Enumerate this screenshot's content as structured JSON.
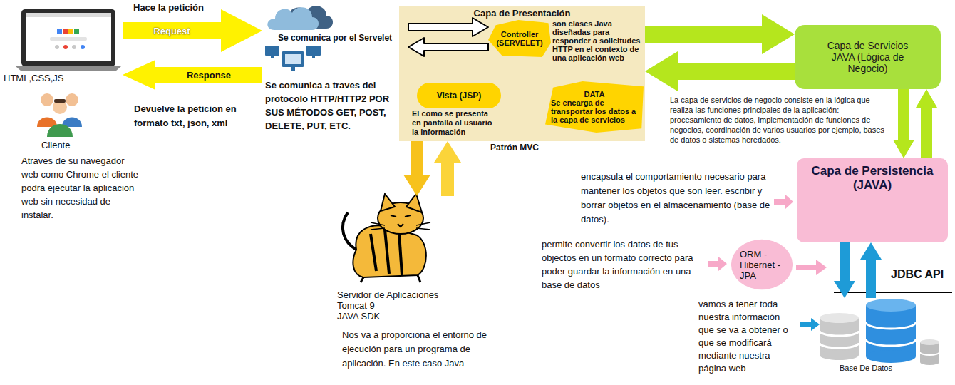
{
  "diagram": {
    "nodes": [
      {
        "text": [
          "HTML,CSS,JS"
        ]
      },
      {
        "text": [
          "Se comunica por el Servelet"
        ]
      },
      {
        "text": [
          "Capa de Presentación",
          "Patrón MVC"
        ]
      },
      {
        "text": [
          "Controller (SERVELET)"
        ],
        "in": 2
      },
      {
        "text": [
          "Vista (JSP)"
        ],
        "in": 2
      },
      {
        "text": [
          "DATA",
          "Se encarga de transportar los datos a la capa de servicios"
        ],
        "in": 2
      },
      {
        "text": [
          "Servidor de Aplicaciones",
          "Tomcat 9",
          "JAVA SDK"
        ]
      },
      {
        "text": [
          "Capa de Servicios JAVA (Lógica de Negocio)"
        ]
      },
      {
        "text": [
          "Capa de Persistencia (JAVA)"
        ]
      },
      {
        "text": [
          "ORM -Hibernet -JPA"
        ]
      },
      {
        "text": [
          "Base De Datos"
        ]
      }
    ],
    "edges": [
      {
        "from": 0,
        "to": 1,
        "label": "Request",
        "arrow": "to"
      },
      {
        "from": 1,
        "to": 0,
        "label": "Response",
        "arrow": "to"
      },
      {
        "from": 1,
        "to": 3,
        "arrow": "to"
      },
      {
        "from": 3,
        "to": 1,
        "arrow": "to"
      },
      {
        "from": 2,
        "to": 7,
        "arrow": "to"
      },
      {
        "from": 7,
        "to": 2,
        "arrow": "to"
      },
      {
        "from": 2,
        "to": 6,
        "arrow": "to"
      },
      {
        "from": 6,
        "to": 2,
        "arrow": "to"
      },
      {
        "from": 7,
        "to": 8,
        "arrow": "to"
      },
      {
        "from": 8,
        "to": 7,
        "arrow": "to"
      },
      {
        "from": 8,
        "to": 10,
        "arrow": "to"
      },
      {
        "from": 10,
        "to": 8,
        "arrow": "to"
      }
    ],
    "labels": [
      "Hace la petición",
      "Cliente",
      "Atraves de su navegador web como Chrome el cliente podra ejecutar la aplicacion web sin necesidad de instalar.",
      "Devuelve la peticion en formato txt, json, xml",
      "Se comunica a traves del protocolo HTTP/HTTP2 POR SUS MÉTODOS GET, POST, DELETE, PUT, ETC.",
      "son clases Java diseñadas para responder a solicitudes HTTP en el contexto de una aplicación web",
      "El como se presenta en pantalla al usuario la información",
      "Nos va a proporciona el entorno de ejecución para un programa de aplicación. En este caso Java",
      "La capa de servicios de negocio consiste en la lógica que realiza las funciones principales de la aplicación: procesamiento de datos, implementación de funciones de negocios, coordinación de varios usuarios por ejemplo, bases de datos o sistemas heredados.",
      "encapsula el comportamiento necesario para mantener los objetos que son leer. escribir y borrar objetos en el almacenamiento (base de datos).",
      "permite convertir los datos de tus objectos en un formato correcto para poder guardar la información en una base de datos",
      "JDBC API",
      "vamos a tener toda nuestra información que se va a obtener o que se modificará mediante nuestra página web"
    ]
  }
}
